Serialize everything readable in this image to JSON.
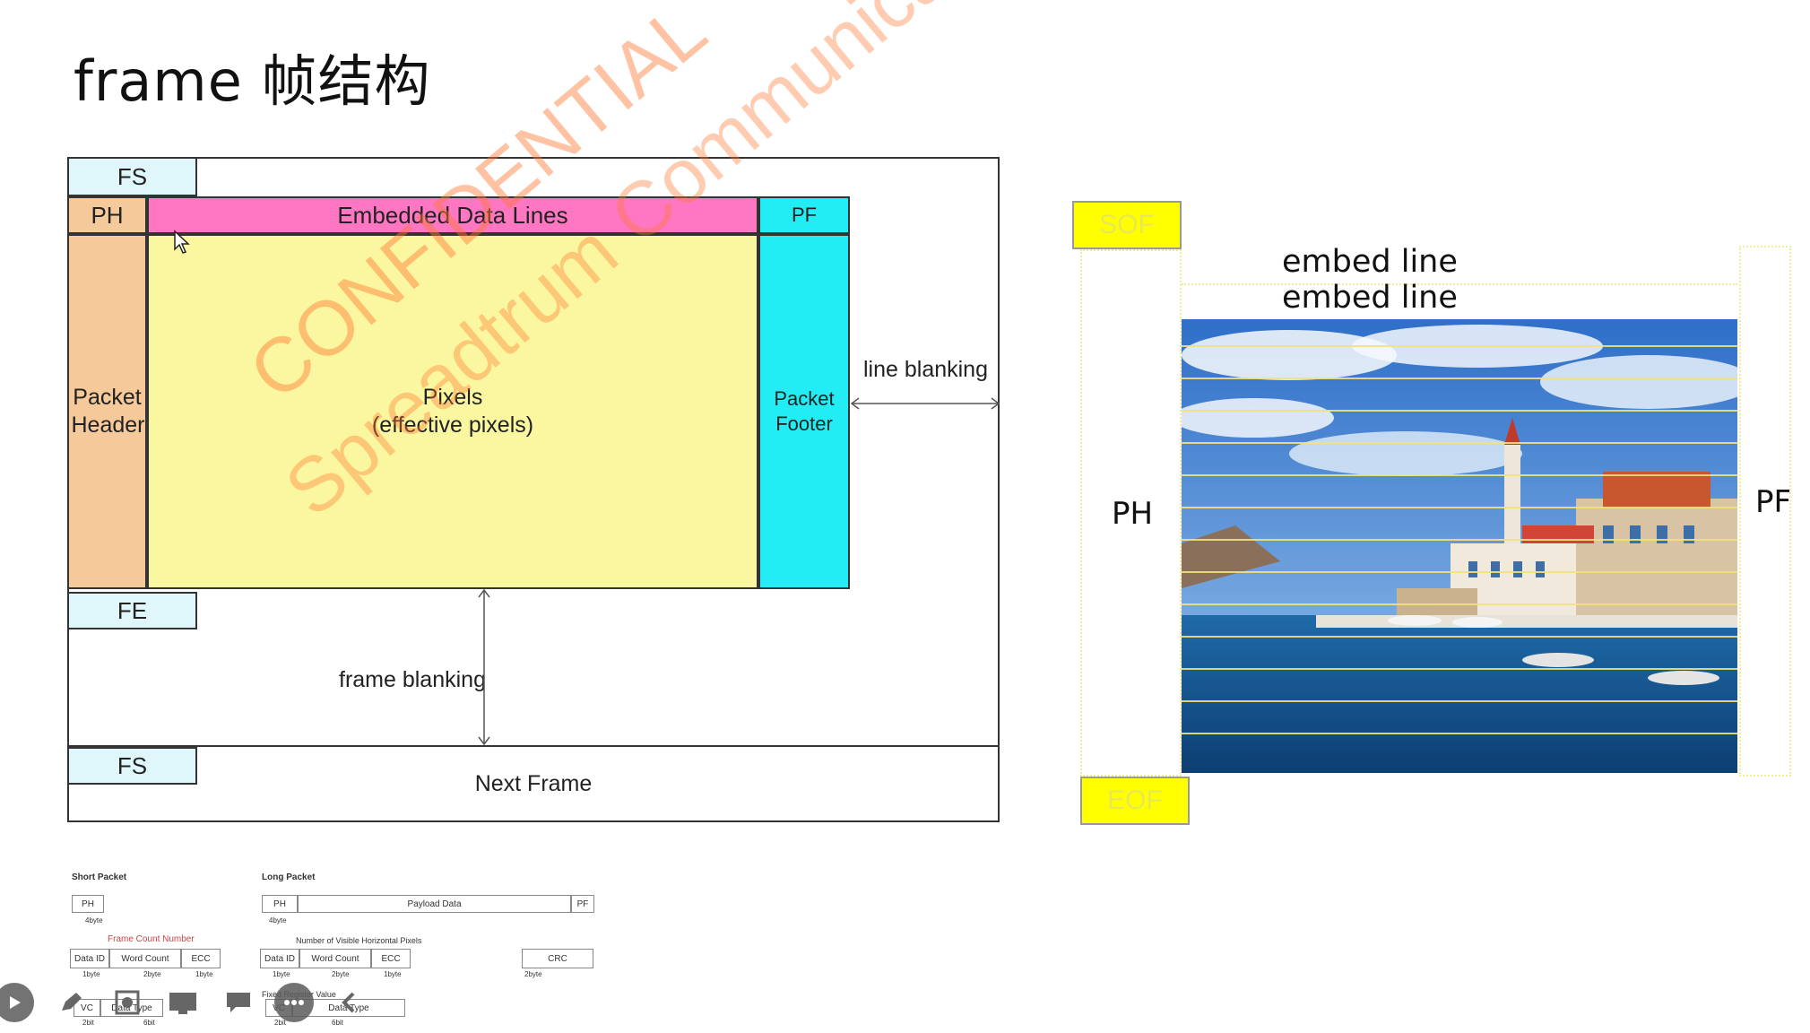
{
  "title": "frame 帧结构",
  "frame_diagram": {
    "fs_top": "FS",
    "ph_top": "PH",
    "embedded": "Embedded Data Lines",
    "pf_top": "PF",
    "packet_header": "Packet Header",
    "pixels_line1": "Pixels",
    "pixels_line2": "(effective pixels)",
    "packet_footer_line1": "Packet",
    "packet_footer_line2": "Footer",
    "line_blanking": "line blanking",
    "fe": "FE",
    "frame_blanking": "frame blanking",
    "fs_next": "FS",
    "next_frame": "Next Frame",
    "watermark_1": "CONFIDENTIAL",
    "watermark_2": "Spreadtrum Communicatio"
  },
  "image_diagram": {
    "sof": "SOF",
    "eof": "EOF",
    "embed_1": "embed line",
    "embed_2": "embed line",
    "ph": "PH",
    "pf": "PF"
  },
  "packets": {
    "short_title": "Short Packet",
    "long_title": "Long Packet",
    "ph": "PH",
    "ph_size": "4byte",
    "payload": "Payload Data",
    "pf": "PF",
    "frame_count": "Frame Count Number",
    "visible_pixels": "Number of Visible Horizontal Pixels",
    "data_id": "Data ID",
    "word_count": "Word Count",
    "ecc": "ECC",
    "crc": "CRC",
    "b1": "1byte",
    "b2": "2byte",
    "vc": "VC",
    "data_type": "Data Type",
    "fixed": "Fixed Register Value",
    "bit2": "2bit",
    "bit6": "6bit"
  },
  "toolbar": {
    "icons": [
      "play-icon",
      "pen-icon",
      "camera-icon",
      "screen-icon",
      "chat-icon",
      "more-icon",
      "back-icon"
    ]
  }
}
